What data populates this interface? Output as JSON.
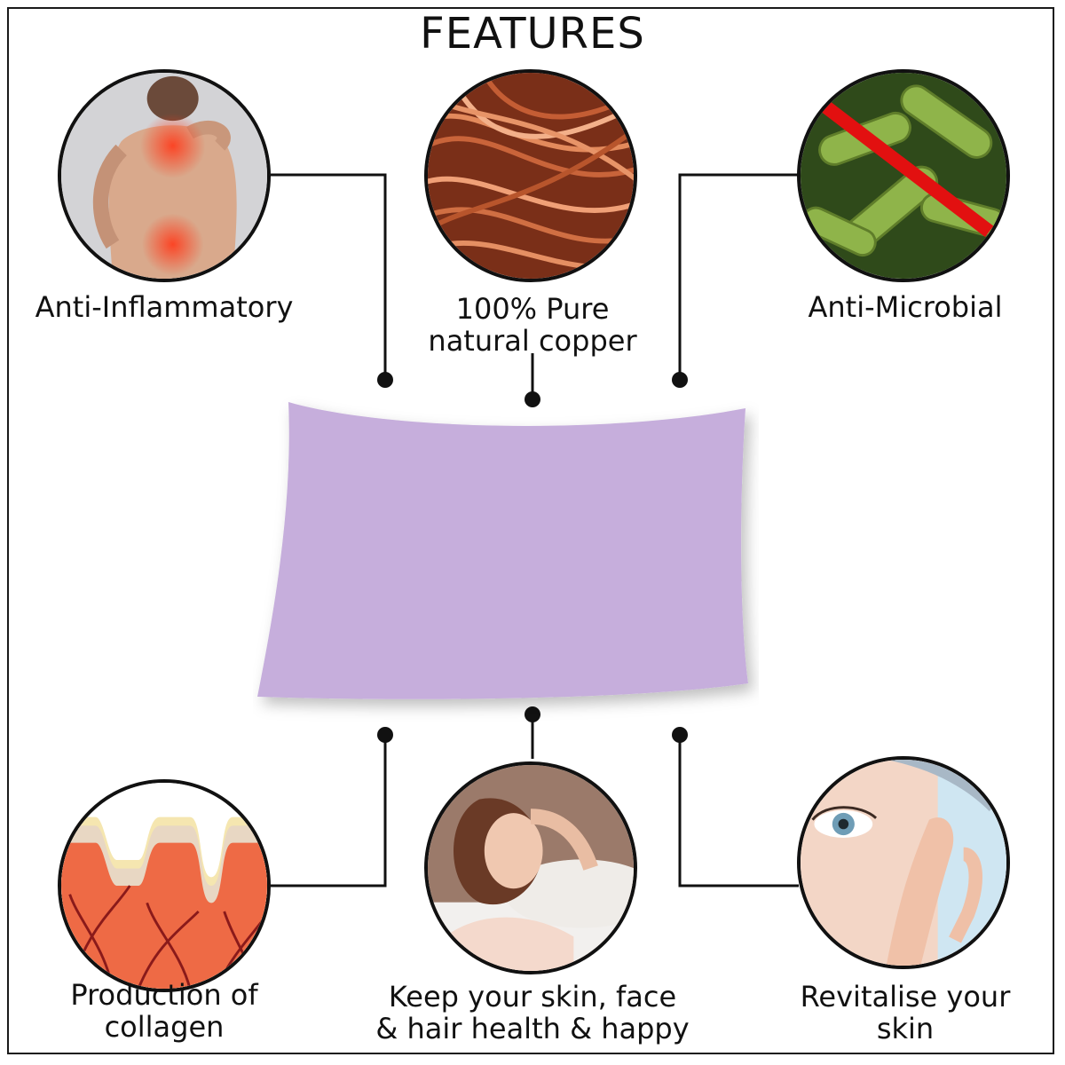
{
  "header": {
    "title": "FEATURES"
  },
  "features": [
    {
      "id": "anti-inflammatory",
      "label": "Anti-Inflammatory",
      "icon": "back-pain-icon"
    },
    {
      "id": "pure-copper",
      "label_line1": "100% Pure",
      "label_line2": "natural copper",
      "icon": "copper-wire-icon"
    },
    {
      "id": "anti-microbial",
      "label": "Anti-Microbial",
      "icon": "bacteria-crossed-icon"
    },
    {
      "id": "collagen",
      "label_line1": "Production of",
      "label_line2": "collagen",
      "icon": "skin-layers-icon"
    },
    {
      "id": "skin-face-hair",
      "label_line1": "Keep your skin, face",
      "label_line2": "& hair health & happy",
      "icon": "sleeping-woman-icon"
    },
    {
      "id": "revitalise",
      "label_line1": "Revitalise your",
      "label_line2": "skin",
      "icon": "face-eye-icon"
    }
  ],
  "product": {
    "name": "pillowcase",
    "color": "#c6aedc"
  },
  "colors": {
    "line": "#111111",
    "copper": "#b5522b",
    "bacteria": "#7fa23a",
    "cross": "#e21010",
    "skin": "#ee6a45"
  }
}
